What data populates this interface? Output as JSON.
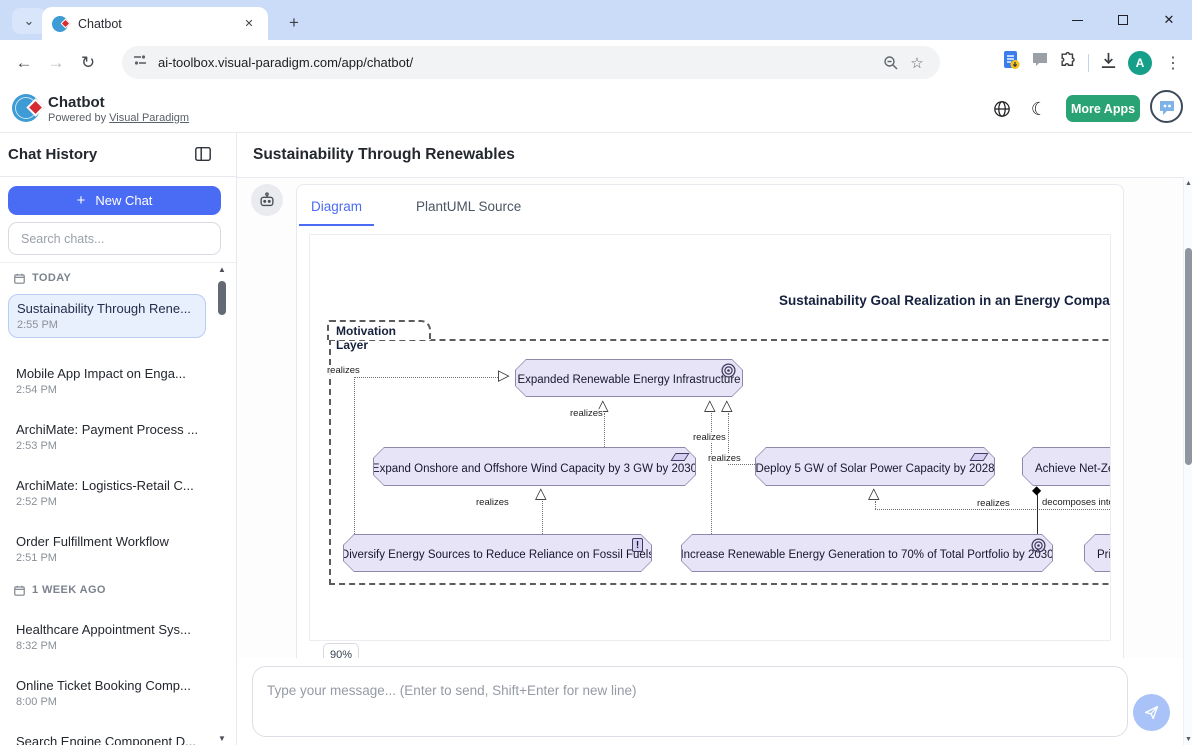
{
  "browser": {
    "tab_title": "Chatbot",
    "url": "ai-toolbox.visual-paradigm.com/app/chatbot/",
    "profile_initial": "A"
  },
  "icons": {
    "chevron_down": "⌄",
    "close": "✕",
    "plus": "+",
    "back": "←",
    "forward": "→",
    "reload": "↻",
    "star": "☆",
    "kebab": "⋮",
    "moon": "☾",
    "reset": "↺",
    "arrow_up": "▲",
    "arrow_down": "▼",
    "triangle_up": "△",
    "triangle_right": "▷",
    "diamond": "◆"
  },
  "app_header": {
    "title": "Chatbot",
    "powered_by_prefix": "Powered by ",
    "powered_by_link": "Visual Paradigm",
    "more_apps_label": "More Apps"
  },
  "sidebar": {
    "title": "Chat History",
    "new_chat_label": "New Chat",
    "search_placeholder": "Search chats...",
    "sections": [
      {
        "label": "TODAY",
        "items": [
          {
            "title": "Sustainability Through Rene...",
            "time": "2:55 PM"
          },
          {
            "title": "Mobile App Impact on Enga...",
            "time": "2:54 PM"
          },
          {
            "title": "ArchiMate: Payment Process ...",
            "time": "2:53 PM"
          },
          {
            "title": "ArchiMate: Logistics-Retail C...",
            "time": "2:52 PM"
          },
          {
            "title": "Order Fulfillment Workflow",
            "time": "2:51 PM"
          }
        ]
      },
      {
        "label": "1 WEEK AGO",
        "items": [
          {
            "title": "Healthcare Appointment Sys...",
            "time": "8:32 PM"
          },
          {
            "title": "Online Ticket Booking Comp...",
            "time": "8:00 PM"
          },
          {
            "title": "Search Engine Component D...",
            "time": ""
          }
        ]
      }
    ]
  },
  "main": {
    "title": "Sustainability Through Renewables",
    "tabs": [
      {
        "label": "Diagram"
      },
      {
        "label": "PlantUML Source"
      }
    ],
    "zoom_badge": "90%",
    "input_placeholder": "Type your message... (Enter to send, Shift+Enter for new line)"
  },
  "diagram": {
    "title": "Sustainability Goal Realization in an Energy Compan",
    "group_label": "Motivation Layer",
    "labels": {
      "realizes": "realizes",
      "decomposes": "decomposes into"
    },
    "nodes": [
      {
        "label": "Expanded Renewable Energy Infrastructure",
        "icon": "goal"
      },
      {
        "label": "Expand Onshore and Offshore Wind Capacity by 3 GW by 2030",
        "icon": "requirement"
      },
      {
        "label": "Deploy 5 GW of Solar Power Capacity by 2028",
        "icon": "requirement"
      },
      {
        "label": "Achieve Net-Zer",
        "icon": ""
      },
      {
        "label": "Diversify Energy Sources to Reduce Reliance on Fossil Fuels",
        "icon": "principle"
      },
      {
        "label": "Increase Renewable Energy Generation to 70% of Total Portfolio by 2030",
        "icon": "goal"
      },
      {
        "label": "Prior",
        "icon": ""
      }
    ],
    "colors": {
      "node_fill": "#e8e4f8",
      "accent_blue": "#4a6cf5",
      "more_apps_green": "#2aa374",
      "send_button": "#a9c3f8"
    }
  }
}
